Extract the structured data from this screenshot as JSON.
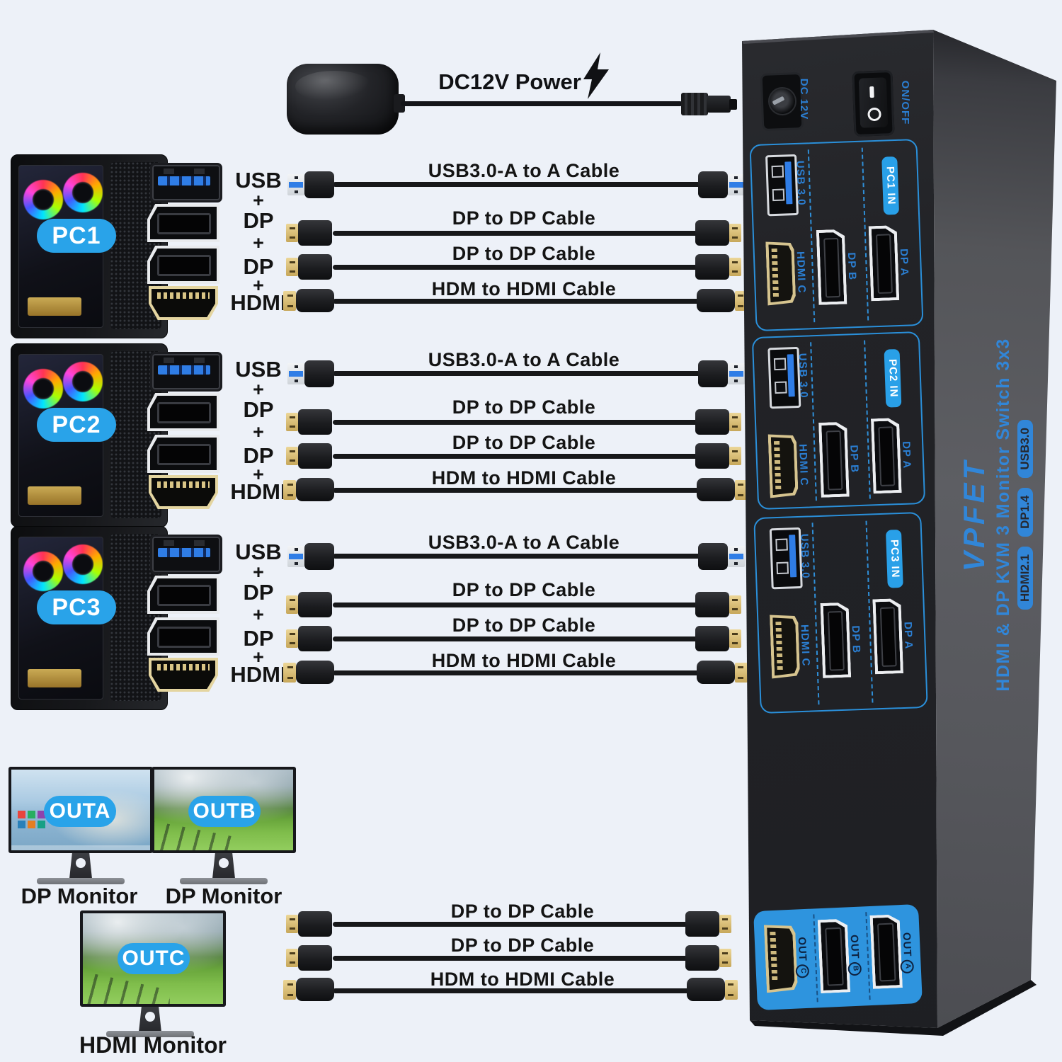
{
  "colors": {
    "background": "#edf1f8",
    "accent_blue": "#29a3e9",
    "port_label_blue": "#2b7fd3",
    "outline_blue": "#2a8fd9",
    "out_panel_blue": "#2e94de",
    "side_text_blue": "#3186d8"
  },
  "power": {
    "label": "DC12V Power",
    "icon": "lightning-icon"
  },
  "misc": {
    "plus": "+"
  },
  "pc_groups": [
    {
      "label": "PC1",
      "port_labels": [
        "USB",
        "DP",
        "DP",
        "HDMI"
      ],
      "cables": [
        "USB3.0-A to A Cable",
        "DP to DP Cable",
        "DP to DP Cable",
        "HDM to HDMI Cable"
      ]
    },
    {
      "label": "PC2",
      "port_labels": [
        "USB",
        "DP",
        "DP",
        "HDMI"
      ],
      "cables": [
        "USB3.0-A to A Cable",
        "DP to DP Cable",
        "DP to DP Cable",
        "HDM to HDMI Cable"
      ]
    },
    {
      "label": "PC3",
      "port_labels": [
        "USB",
        "DP",
        "DP",
        "HDMI"
      ],
      "cables": [
        "USB3.0-A to A Cable",
        "DP to DP Cable",
        "DP to DP Cable",
        "HDM to HDMI Cable"
      ]
    }
  ],
  "device": {
    "dc_label": "DC 12V",
    "switch_label": "ON/OFF",
    "sections": [
      {
        "name": "PC1 IN",
        "usb": "USB 3.0",
        "hdmi": "HDMI C",
        "dp_b": "DP B",
        "dp_a": "DP A"
      },
      {
        "name": "PC2 IN",
        "usb": "USB 3.0",
        "hdmi": "HDMI C",
        "dp_b": "DP B",
        "dp_a": "DP A"
      },
      {
        "name": "PC3 IN",
        "usb": "USB 3.0",
        "hdmi": "HDMI C",
        "dp_b": "DP B",
        "dp_a": "DP A"
      }
    ],
    "out_ports": [
      {
        "text": "OUT",
        "letter": "C",
        "type": "hdmi"
      },
      {
        "text": "OUT",
        "letter": "B",
        "type": "dp"
      },
      {
        "text": "OUT",
        "letter": "A",
        "type": "dp"
      }
    ],
    "side": {
      "brand": "VPFET",
      "title": "HDMI & DP KVM 3 Monitor Switch 3x3",
      "badges": [
        "HDMI2.1",
        "DP1.4",
        "USB3.0"
      ]
    }
  },
  "monitors": [
    {
      "label": "OUTA",
      "caption": "DP Monitor",
      "screen": "desktop"
    },
    {
      "label": "OUTB",
      "caption": "DP Monitor",
      "screen": "landscape"
    },
    {
      "label": "OUTC",
      "caption": "HDMI Monitor",
      "screen": "landscape"
    }
  ],
  "out_cables": [
    "DP to DP Cable",
    "DP to DP Cable",
    "HDM to HDMI Cable"
  ]
}
